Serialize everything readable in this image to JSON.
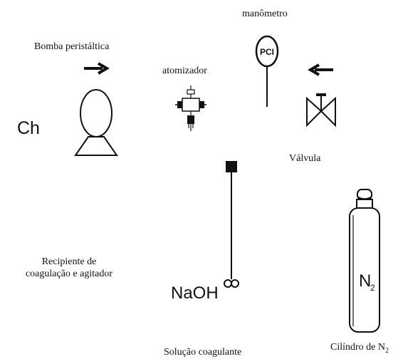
{
  "diagram": {
    "labels": {
      "manometro": "manômetro",
      "bomba": "Bomba peristáltica",
      "atomizador": "atomizador",
      "valvula": "Válvula",
      "recipiente_line1": "Recipiente de",
      "recipiente_line2": "coagulação e agitador",
      "solucao": "Solução coagulante",
      "cilindro": "Cilíndro de N",
      "cilindro_sub": "2"
    },
    "symbols": {
      "ch": "Ch",
      "naoh": "NaOH",
      "gauge_text": "PCI",
      "n2": "N",
      "n2_sub": "2"
    },
    "colors": {
      "ink": "#111111",
      "background": "#ffffff"
    },
    "icons": [
      "right-arrow-icon",
      "left-arrow-icon",
      "pump-icon",
      "atomizer-icon",
      "pressure-gauge-icon",
      "valve-icon",
      "stirrer-icon",
      "gas-cylinder-icon"
    ]
  }
}
